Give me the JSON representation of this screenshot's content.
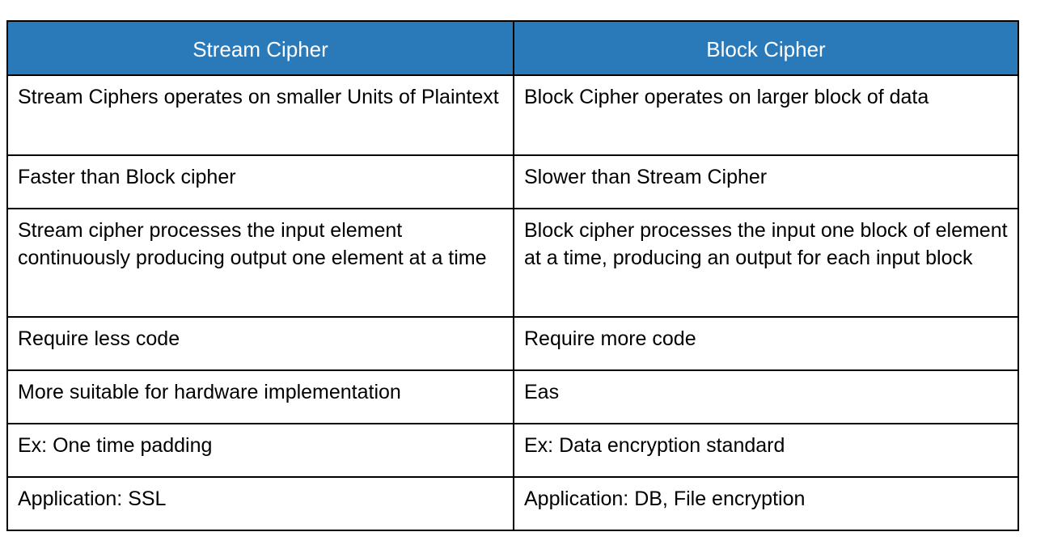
{
  "table": {
    "accent_color": "#2a7ab9",
    "header_text_color": "#ffffff",
    "border_color": "#000000",
    "body_text_color": "#000000",
    "headers": [
      "Stream Cipher",
      "Block Cipher"
    ],
    "rows": [
      {
        "left": "Stream Ciphers operates on smaller Units of Plaintext",
        "right": "Block Cipher operates on larger block of data",
        "lines": 2
      },
      {
        "left": "Faster than Block cipher",
        "right": "Slower than Stream Cipher",
        "lines": 1
      },
      {
        "left": "Stream cipher processes the input element continuously producing output one element at a time",
        "right": "Block cipher processes the input one block of element at a time, producing an output for each input block",
        "lines": 3
      },
      {
        "left": "Require less code",
        "right": "Require more code",
        "lines": 1
      },
      {
        "left": "More suitable for hardware implementation",
        "right": "Eas",
        "lines": 1
      },
      {
        "left": "Ex: One time padding",
        "right": "Ex: Data encryption standard",
        "lines": 1
      },
      {
        "left": "Application: SSL",
        "right": "Application: DB, File encryption",
        "lines": 1
      }
    ]
  }
}
